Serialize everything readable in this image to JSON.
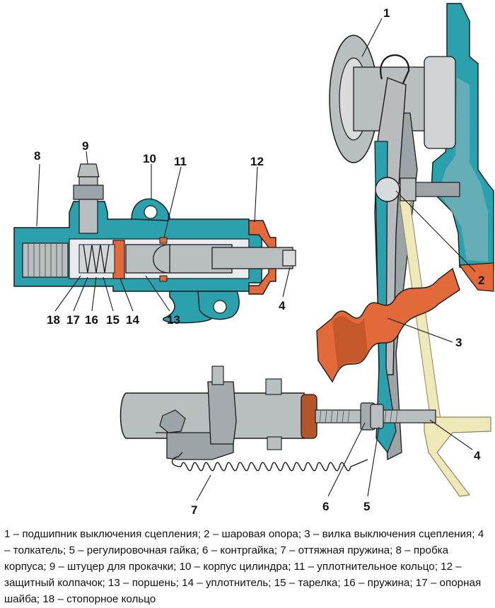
{
  "colors": {
    "housing": "#2aa1ad",
    "housing_dark": "#0d5a61",
    "metal": "#b9bec1",
    "metal_dark": "#555b5f",
    "rubber": "#e2693a",
    "rubber_dark": "#8a3a1a",
    "fork": "#b8bcbe",
    "pushrod_pale": "#efe8b8",
    "outline": "#1a1a1a"
  },
  "callouts": [
    {
      "id": "1",
      "text": "1"
    },
    {
      "id": "2",
      "text": "2"
    },
    {
      "id": "3",
      "text": "3"
    },
    {
      "id": "4a",
      "text": "4"
    },
    {
      "id": "4b",
      "text": "4"
    },
    {
      "id": "5",
      "text": "5"
    },
    {
      "id": "6",
      "text": "6"
    },
    {
      "id": "7",
      "text": "7"
    },
    {
      "id": "8",
      "text": "8"
    },
    {
      "id": "9",
      "text": "9"
    },
    {
      "id": "10",
      "text": "10"
    },
    {
      "id": "11",
      "text": "11"
    },
    {
      "id": "12",
      "text": "12"
    },
    {
      "id": "13",
      "text": "13"
    },
    {
      "id": "14",
      "text": "14"
    },
    {
      "id": "15",
      "text": "15"
    },
    {
      "id": "16",
      "text": "16"
    },
    {
      "id": "17",
      "text": "17"
    },
    {
      "id": "18",
      "text": "18"
    }
  ],
  "caption": "1 – подшипник выключения сцепления; 2 – шаровая опора; 3 – вилка выключения сцепления; 4 – толкатель; 5 – регулировочная гайка; 6 – контргайка; 7 – оттяжная пружина; 8 – пробка корпуса; 9 – штуцер для прокачки; 10 – корпус цилиндра; 11 – уплотнительное кольцо; 12 – защитный колпачок; 13 – поршень; 14 – уплотнитель; 15 – тарелка; 16 – пружина; 17 – опорная шайба; 18 – стопорное кольцо"
}
